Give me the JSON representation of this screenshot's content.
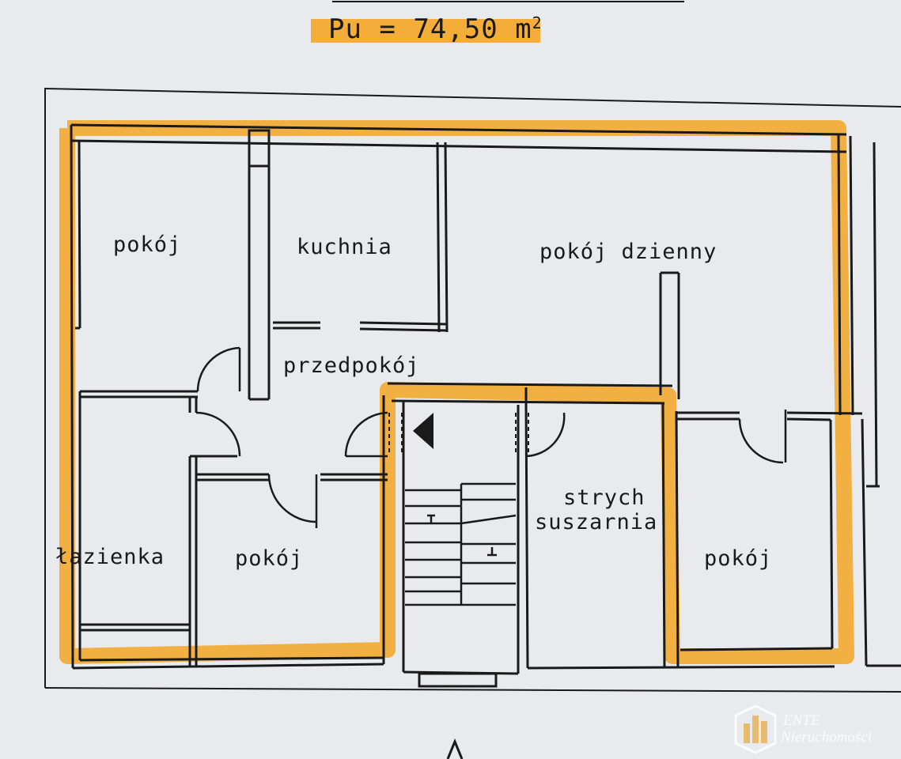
{
  "title": {
    "prefix": "Pu = 74,50 m",
    "superscript": "2"
  },
  "rooms": [
    {
      "id": "pokoj-1",
      "label": "pokój"
    },
    {
      "id": "kuchnia",
      "label": "kuchnia"
    },
    {
      "id": "pokoj-dzienny",
      "label": "pokój dzienny"
    },
    {
      "id": "przedpokoj",
      "label": "przedpokój"
    },
    {
      "id": "lazienka",
      "label": "łazienka"
    },
    {
      "id": "pokoj-2",
      "label": "pokój"
    },
    {
      "id": "strych",
      "label": "strych"
    },
    {
      "id": "suszarnia",
      "label": "suszarnia"
    },
    {
      "id": "pokoj-3",
      "label": "pokój"
    }
  ],
  "watermark": {
    "line1": "ENTE",
    "line2": "Nieruchomości"
  },
  "colors": {
    "highlight": "#f5a623",
    "ink": "#1a1a1a",
    "paper": "#e9eaee"
  }
}
